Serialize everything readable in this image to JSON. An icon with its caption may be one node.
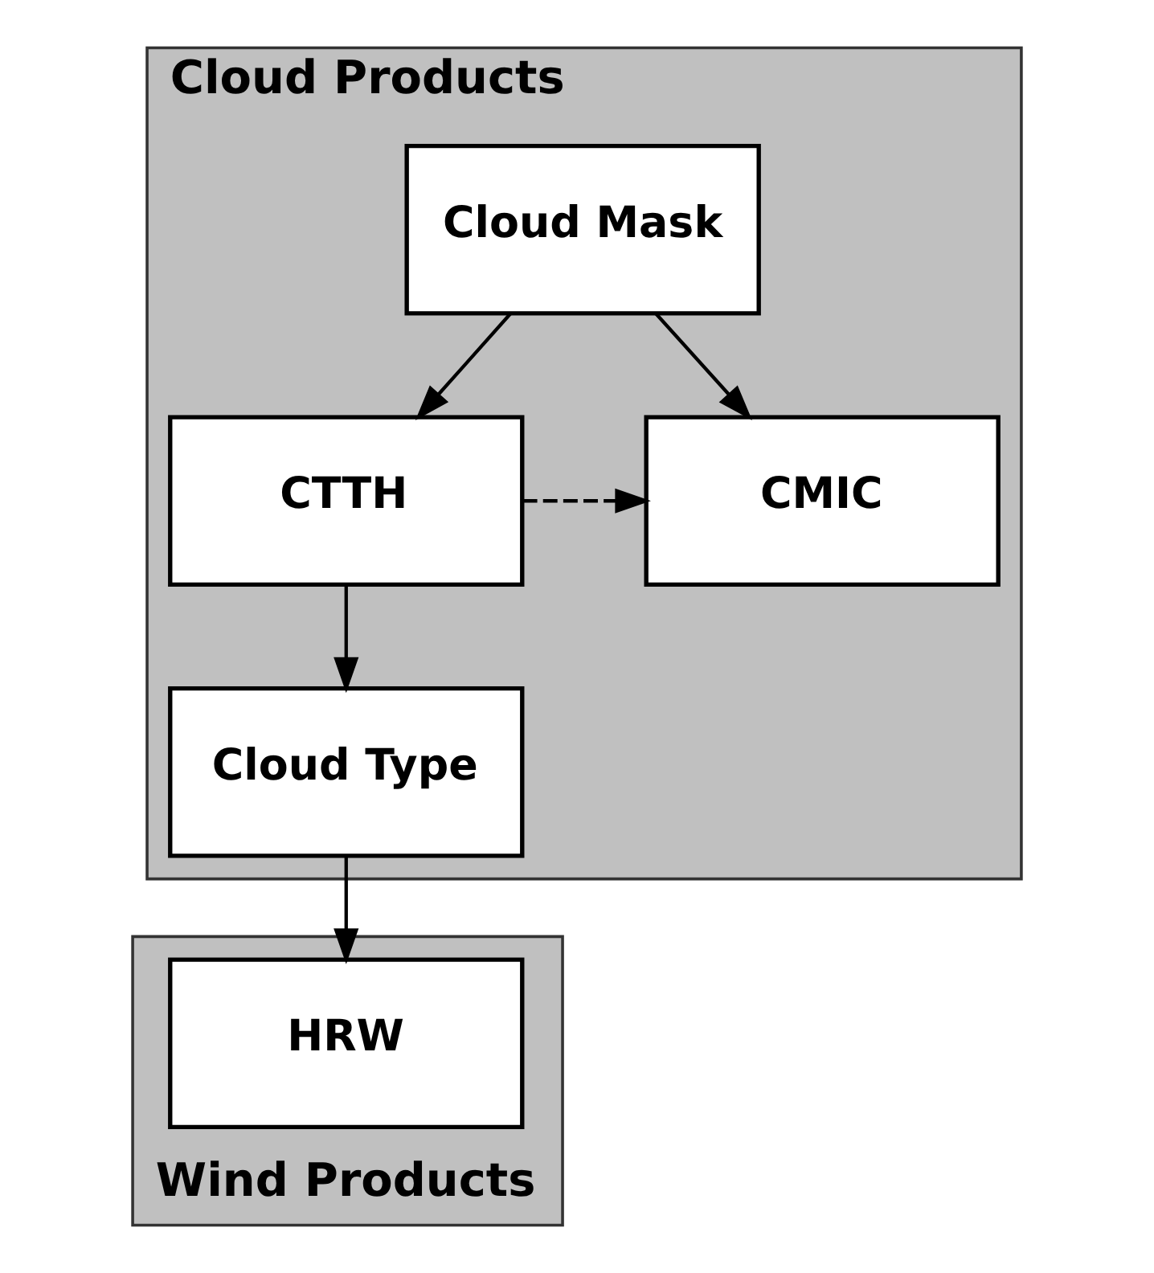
{
  "diagram": {
    "nodes": [
      {
        "text": [
          "Cloud Products"
        ]
      },
      {
        "text": [
          "Cloud Mask"
        ],
        "in": 0
      },
      {
        "text": [
          "CTTH"
        ],
        "in": 0
      },
      {
        "text": [
          "CMIC"
        ],
        "in": 0
      },
      {
        "text": [
          "Cloud Type"
        ],
        "in": 0
      },
      {
        "text": [
          "Wind Products"
        ]
      },
      {
        "text": [
          "HRW"
        ],
        "in": 5
      }
    ],
    "edges": [
      {
        "from": 1,
        "to": 2,
        "arrow": "to"
      },
      {
        "from": 1,
        "to": 3,
        "arrow": "to"
      },
      {
        "from": 2,
        "to": 3,
        "arrow": "to",
        "style": "dashed"
      },
      {
        "from": 2,
        "to": 4,
        "arrow": "to"
      },
      {
        "from": 4,
        "to": 6,
        "arrow": "to"
      }
    ]
  }
}
